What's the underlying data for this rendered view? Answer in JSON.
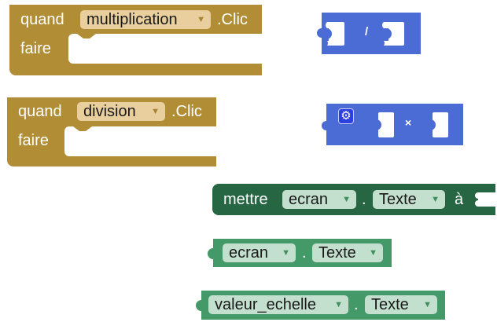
{
  "event_blocks": [
    {
      "keyword_when": "quand",
      "component": "multiplication",
      "event": ".Clic",
      "keyword_do": "faire"
    },
    {
      "keyword_when": "quand",
      "component": "division",
      "event": ".Clic",
      "keyword_do": "faire"
    }
  ],
  "math_blocks": {
    "divide": {
      "operator": "/"
    },
    "multiply": {
      "operator": "×",
      "mutator_icon": "gear-icon"
    }
  },
  "setter_block": {
    "keyword": "mettre",
    "component": "ecran",
    "dot": ".",
    "property": "Texte",
    "keyword_to": "à"
  },
  "getter_blocks": [
    {
      "component": "ecran",
      "dot": ".",
      "property": "Texte"
    },
    {
      "component": "valeur_echelle",
      "dot": ".",
      "property": "Texte"
    }
  ],
  "dropdown_arrow": "▼",
  "colors": {
    "event": "#b18e35",
    "math": "#4a6cd4",
    "setter": "#266643",
    "getter": "#439968"
  }
}
